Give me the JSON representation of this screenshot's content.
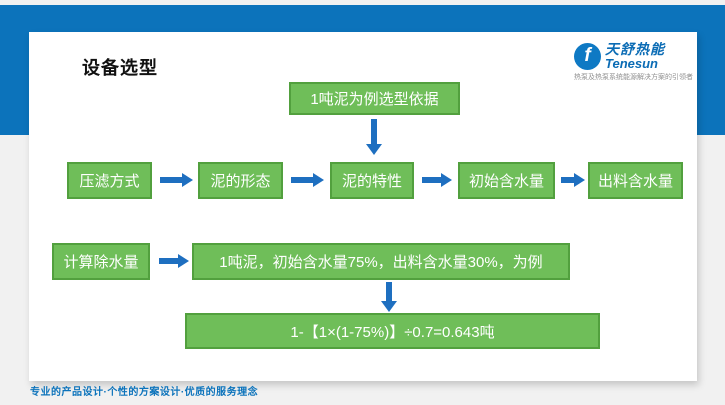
{
  "colors": {
    "frame_blue": "#0c73bb",
    "arrow_blue": "#1e6fc0",
    "box_green_fill": "#6fbe59",
    "box_green_border": "#52a03e"
  },
  "header": {
    "title": "设备选型"
  },
  "logo": {
    "monogram": "f",
    "name_cn": "天舒热能",
    "name_en": "Tenesun",
    "tagline": "热泵及热泵系统能源解决方案的引领者"
  },
  "flow": {
    "top_box": "1吨泥为例选型依据",
    "row1": [
      "压滤方式",
      "泥的形态",
      "泥的特性",
      "初始含水量",
      "出料含水量"
    ],
    "calc_label": "计算除水量",
    "example": "1吨泥，初始含水量75%，出料含水量30%，为例",
    "formula": "1-【1×(1-75%)】÷0.7=0.643吨"
  },
  "footer": {
    "slogan": "专业的产品设计·个性的方案设计·优质的服务理念"
  }
}
